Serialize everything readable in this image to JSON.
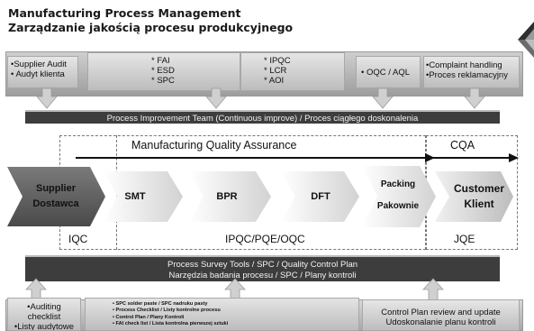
{
  "title": {
    "line1": "Manufacturing Process Management",
    "line2": "Zarządzanie jakością procesu produkcyjnego"
  },
  "top_boxes": [
    {
      "lines": [
        "•Supplier Audit",
        "• Audyt klienta"
      ]
    },
    {
      "lines": [
        "* FAI",
        "* ESD",
        "* SPC"
      ]
    },
    {
      "lines": [
        "* IPQC",
        "* LCR",
        "* AOI"
      ]
    },
    {
      "lines": [
        "• OQC / AQL"
      ]
    },
    {
      "lines": [
        "•Complaint handling",
        "•Proces reklamacyjny"
      ]
    }
  ],
  "improvement_bar": "Process Improvement Team (Continuous  improve) / Proces ciągłego doskonalenia",
  "mqa_label": "Manufacturing Quality Assurance",
  "cqa_label": "CQA",
  "stages": [
    {
      "lines": [
        "Supplier",
        "Dostawca"
      ]
    },
    {
      "lines": [
        "SMT"
      ]
    },
    {
      "lines": [
        "BPR"
      ]
    },
    {
      "lines": [
        "DFT"
      ]
    },
    {
      "lines": [
        "Packing",
        "Pakownie"
      ]
    },
    {
      "lines": [
        "Customer",
        "Klient"
      ]
    }
  ],
  "iqc_label": "IQC",
  "ipqc_label": "IPQC/PQE/OQC",
  "jqe_label": "JQE",
  "survey_bar": {
    "line1": "Process Survey Tools / SPC / Quality Control Plan",
    "line2": "Narzędzia badania procesu / SPC / Plany kontroli"
  },
  "bottom_boxes": {
    "left": [
      "•Auditing",
      "checklist",
      "•Listy audytowe"
    ],
    "middle": [
      "SPC solder paste / SPC nadruku pasty",
      "Process Checklist / Listy kontrolne procesu",
      "Control Plan / Plany Kontroli",
      "FAI check list / Lista kontrolna pierwszej sztuki"
    ],
    "right": [
      "Control Plan review and update",
      "Udoskonalanie planu kontroli"
    ]
  },
  "colors": {
    "dark_bar": "#3d3d3d",
    "chevron_light": "#e4e4e4",
    "chevron_dark": "#5a5a5a"
  }
}
